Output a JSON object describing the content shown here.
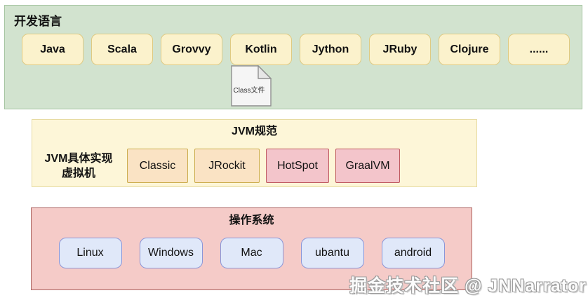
{
  "layers": {
    "languages": {
      "title": "开发语言",
      "items": [
        "Java",
        "Scala",
        "Grovvy",
        "Kotlin",
        "Jython",
        "JRuby",
        "Clojure",
        "......"
      ]
    },
    "class_file": {
      "label": "Class文件"
    },
    "jvm": {
      "title": "JVM规范",
      "side_label_line1": "JVM具体实现",
      "side_label_line2": "虚拟机",
      "items": [
        {
          "label": "Classic",
          "variant": "peach"
        },
        {
          "label": "JRockit",
          "variant": "peach"
        },
        {
          "label": "HotSpot",
          "variant": "pink"
        },
        {
          "label": "GraalVM",
          "variant": "pink"
        }
      ]
    },
    "os": {
      "title": "操作系统",
      "items": [
        "Linux",
        "Windows",
        "Mac",
        "ubantu",
        "android"
      ]
    }
  },
  "watermark": "掘金技术社区 @ JNNarrator",
  "colors": {
    "languages_layer_bg": "#d2e3cf",
    "language_box_bg": "#fbf2cc",
    "jvm_layer_bg": "#fdf6d8",
    "vm_peach_bg": "#fae3c4",
    "vm_pink_bg": "#f3c5cb",
    "os_layer_bg": "#f5cbc8",
    "os_box_bg": "#e0e8f9"
  }
}
